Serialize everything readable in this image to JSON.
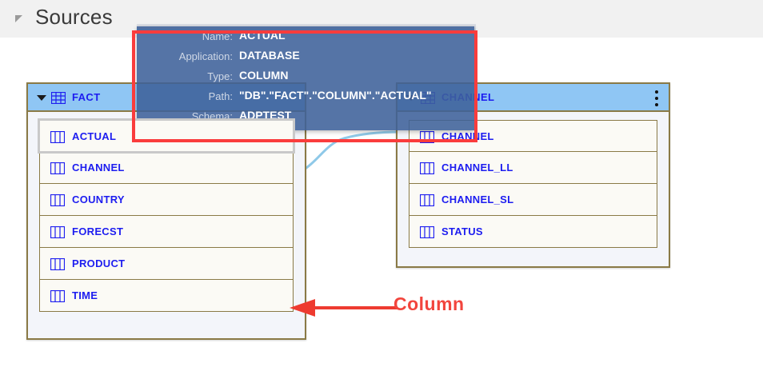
{
  "header": {
    "title": "Sources",
    "collapse_icon": "triangle-collapse-icon"
  },
  "entities": [
    {
      "name": "FACT",
      "icon": "table-grid-icon",
      "caret": "caret-down-icon",
      "has_kebab": false,
      "columns": [
        {
          "label": "ACTUAL",
          "icon": "column-icon",
          "selected": true
        },
        {
          "label": "CHANNEL",
          "icon": "column-icon",
          "selected": false
        },
        {
          "label": "COUNTRY",
          "icon": "column-icon",
          "selected": false
        },
        {
          "label": "FORECST",
          "icon": "column-icon",
          "selected": false
        },
        {
          "label": "PRODUCT",
          "icon": "column-icon",
          "selected": false
        },
        {
          "label": "TIME",
          "icon": "column-icon",
          "selected": false
        }
      ]
    },
    {
      "name": "CHANNEL",
      "icon": "table-grid-icon",
      "caret": "caret-down-icon",
      "has_kebab": true,
      "kebab_icon": "kebab-menu-icon",
      "columns": [
        {
          "label": "CHANNEL",
          "icon": "column-icon",
          "selected": false
        },
        {
          "label": "CHANNEL_LL",
          "icon": "column-icon",
          "selected": false
        },
        {
          "label": "CHANNEL_SL",
          "icon": "column-icon",
          "selected": false
        },
        {
          "label": "STATUS",
          "icon": "column-icon",
          "selected": false
        }
      ]
    }
  ],
  "tooltip": {
    "rows": [
      {
        "key": "Name:",
        "value": "ACTUAL"
      },
      {
        "key": "Application:",
        "value": "DATABASE"
      },
      {
        "key": "Type:",
        "value": "COLUMN"
      },
      {
        "key": "Path:",
        "value": "\"DB\".\"FACT\".\"COLUMN\".\"ACTUAL\""
      },
      {
        "key": "Schema:",
        "value": "ADPTEST"
      }
    ]
  },
  "annotation": {
    "label": "Column",
    "arrow_icon": "left-arrow-icon",
    "color": "#f2453d"
  },
  "colors": {
    "header_bar": "#f1f1f1",
    "entity_header": "#8fc6f4",
    "entity_border": "#8a7a46",
    "entity_body": "#f3f5fa",
    "column_row": "#fbfaf5",
    "column_text": "#1d1df0",
    "tooltip_bg": "#3e619a",
    "highlight_red": "#fa3c3c",
    "connector": "#8fc9e8"
  }
}
